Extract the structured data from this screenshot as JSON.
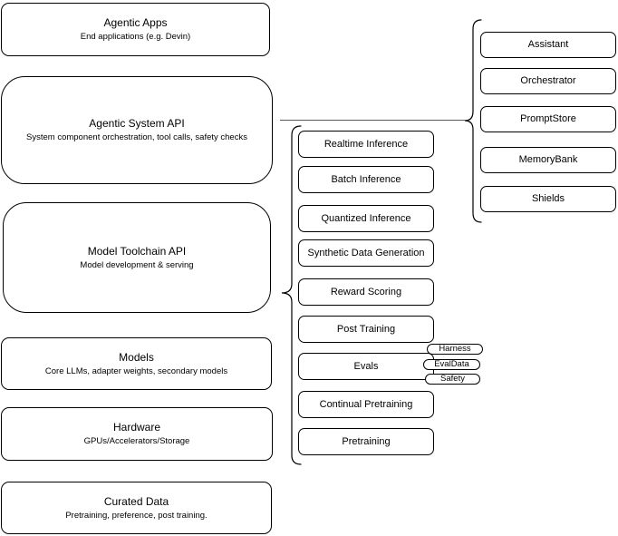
{
  "diagram": {
    "left_stack": [
      {
        "title": "Agentic Apps",
        "subtitle": "End applications (e.g. Devin)"
      },
      {
        "title": "Agentic System API",
        "subtitle": "System component orchestration, tool calls, safety checks"
      },
      {
        "title": "Model Toolchain API",
        "subtitle": "Model development & serving"
      },
      {
        "title": "Models",
        "subtitle": "Core LLMs, adapter weights, secondary models"
      },
      {
        "title": "Hardware",
        "subtitle": "GPUs/Accelerators/Storage"
      },
      {
        "title": "Curated Data",
        "subtitle": "Pretraining, preference, post training."
      }
    ],
    "toolchain_items": [
      "Realtime Inference",
      "Batch Inference",
      "Quantized Inference",
      "Synthetic Data Generation",
      "Reward Scoring",
      "Post Training",
      "Evals",
      "Continual Pretraining",
      "Pretraining"
    ],
    "evals_tags": [
      "Harness",
      "EvalData",
      "Safety"
    ],
    "system_components": [
      "Assistant",
      "Orchestrator",
      "PromptStore",
      "MemoryBank",
      "Shields"
    ],
    "colors": {
      "stroke": "#000000",
      "connector": "#595959",
      "fill": "#ffffff"
    }
  }
}
